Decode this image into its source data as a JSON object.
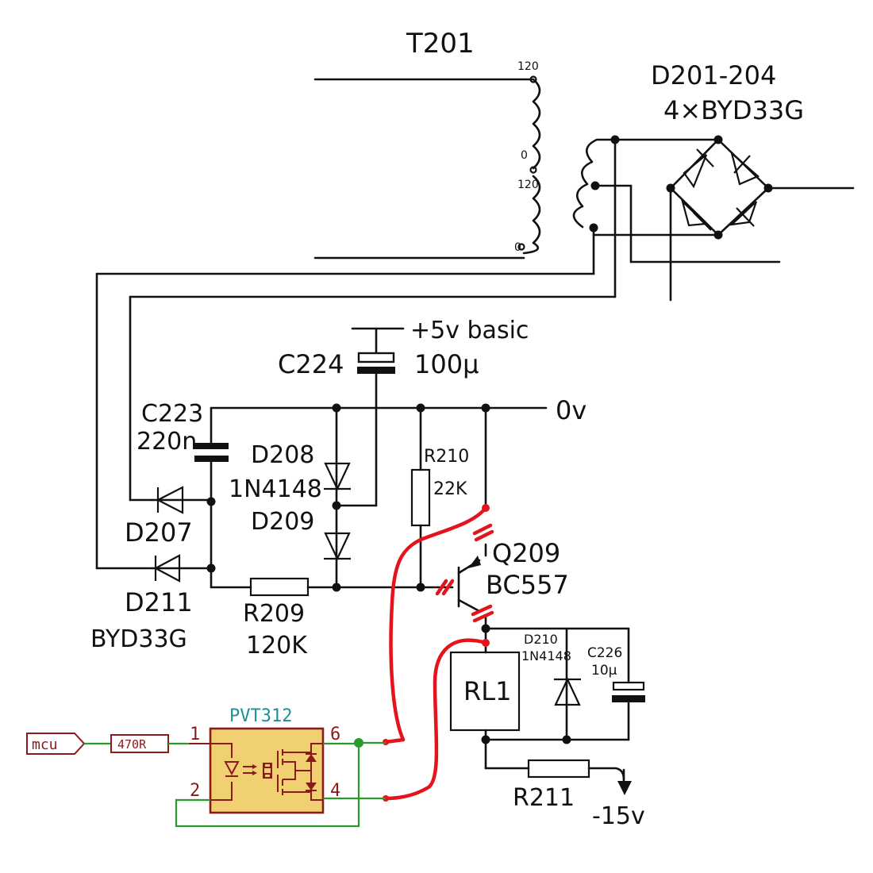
{
  "transformer": {
    "ref": "T201",
    "tap_top": "120",
    "tap_mid_a": "0",
    "tap_mid_b": "120",
    "tap_bot": "0"
  },
  "bridge": {
    "ref": "D201-204",
    "part": "4×BYD33G"
  },
  "c224": {
    "ref": "C224",
    "value": "100µ",
    "rail": "+5v basic"
  },
  "rail_0v": "0v",
  "c223": {
    "ref": "C223",
    "value": "220n"
  },
  "d208": {
    "ref": "D208",
    "part": "1N4148"
  },
  "d209": {
    "ref": "D209"
  },
  "d207": {
    "ref": "D207"
  },
  "d211": {
    "ref": "D211",
    "part": "BYD33G"
  },
  "r209": {
    "ref": "R209",
    "value": "120K"
  },
  "r210": {
    "ref": "R210",
    "value": "22K"
  },
  "q209": {
    "ref": "Q209",
    "part": "BC557"
  },
  "d210": {
    "ref": "D210",
    "part": "1N4148"
  },
  "c226": {
    "ref": "C226",
    "value": "10µ"
  },
  "relay": {
    "ref": "RL1"
  },
  "r211": {
    "ref": "R211",
    "rail": "-15v"
  },
  "mod": {
    "mcu": "mcu",
    "resistor": "470R",
    "relay_ic": "PVT312",
    "pin1": "1",
    "pin2": "2",
    "pin4": "4",
    "pin6": "6"
  },
  "colors": {
    "ink": "#111111",
    "mod_red": "#e3141b",
    "mod_green": "#2a9a2a",
    "mod_maroon": "#8b1a1a",
    "mod_teal": "#1f8f9a"
  }
}
